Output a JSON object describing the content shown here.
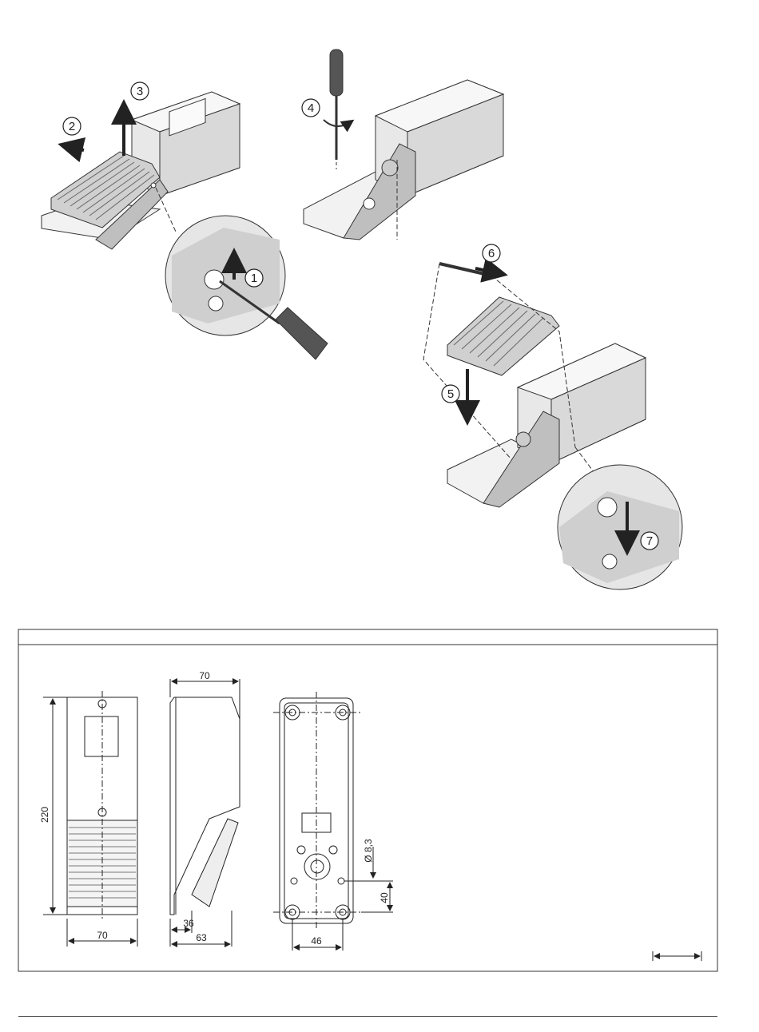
{
  "steps": [
    "1",
    "2",
    "3",
    "4",
    "5",
    "6",
    "7"
  ],
  "dimensions": {
    "front_height": "220",
    "front_width": "70",
    "side_top": "70",
    "side_a": "36",
    "side_b": "63",
    "bottom_hole": "Ø 8,3",
    "bottom_height": "40",
    "bottom_width": "46"
  }
}
